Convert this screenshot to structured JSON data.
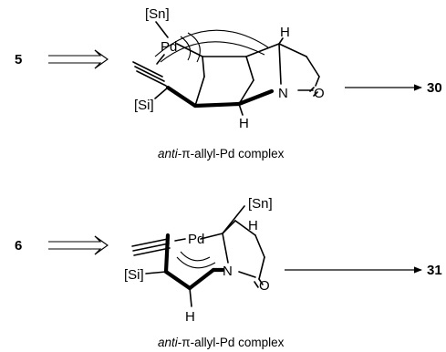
{
  "reaction_1": {
    "start_compound": "5",
    "product_compound": "30",
    "atoms": {
      "tin": "[Sn]",
      "palladium": "Pd",
      "silicon": "[Si]",
      "hydrogen_top": "H",
      "hydrogen_bottom": "H",
      "nitrogen": "N",
      "oxygen": "O"
    },
    "caption": {
      "prefix": "anti",
      "rest": "-π-allyl-Pd complex"
    }
  },
  "reaction_2": {
    "start_compound": "6",
    "product_compound": "31",
    "atoms": {
      "tin": "[Sn]",
      "palladium": "Pd",
      "silicon": "[Si]",
      "hydrogen_top": "H",
      "hydrogen_bottom": "H",
      "nitrogen": "N",
      "oxygen": "O"
    },
    "caption": {
      "prefix": "anti",
      "rest": "-π-allyl-Pd complex"
    }
  }
}
